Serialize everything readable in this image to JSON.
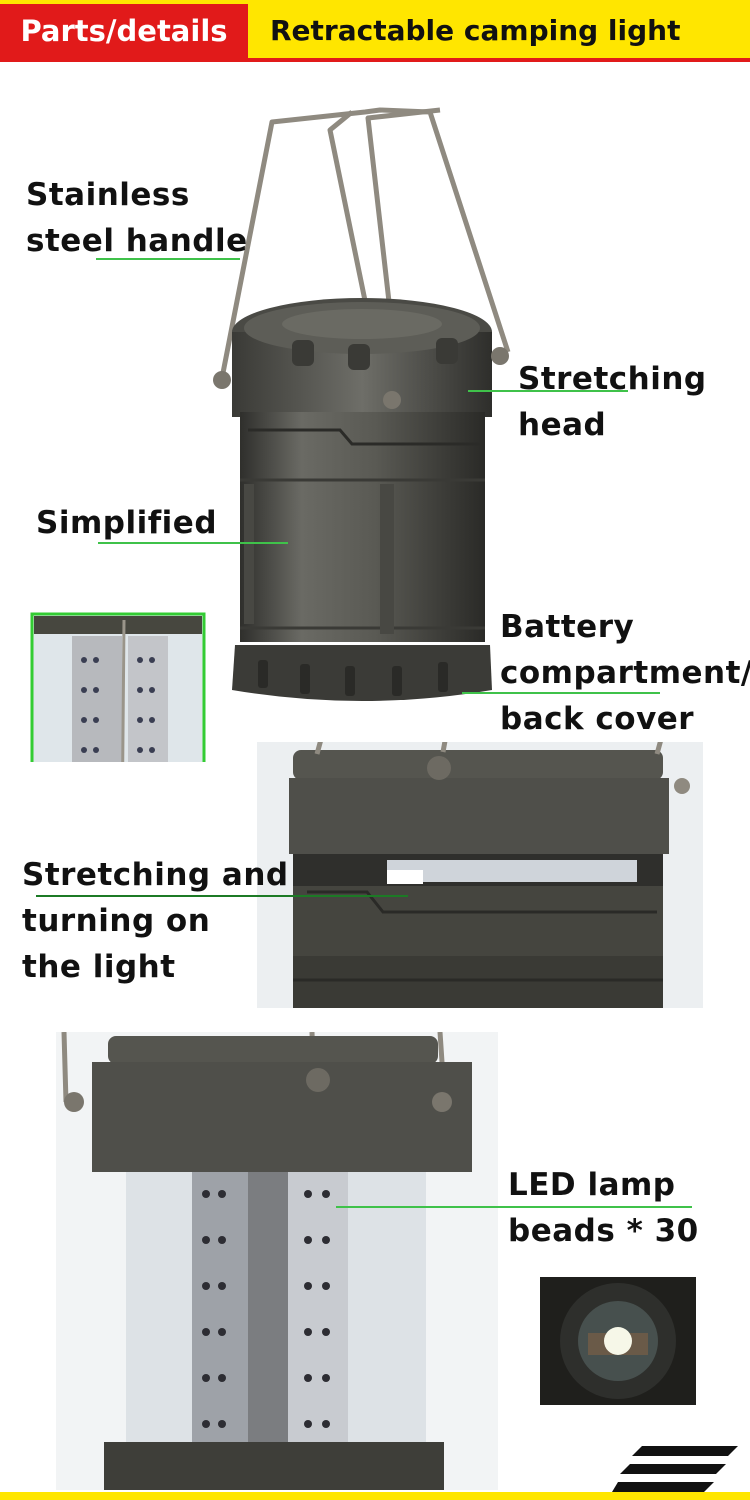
{
  "header": {
    "badge": "Parts/details",
    "title": "Retractable camping light"
  },
  "labels": {
    "handle": [
      "Stainless",
      "steel handle"
    ],
    "head": [
      "Stretching",
      "head"
    ],
    "simplified": "Simplified",
    "battery": [
      "Battery",
      "compartment/",
      "back cover"
    ],
    "stretching_on": [
      "Stretching and",
      "turning on",
      "the light"
    ],
    "led": [
      "LED lamp",
      "beads * 30"
    ]
  },
  "colors": {
    "header_yellow": "#ffe600",
    "header_red": "#e11a1a",
    "leader_green": "#3fc24a",
    "lantern_body": "#55554f",
    "inset_border": "#33cc33"
  }
}
